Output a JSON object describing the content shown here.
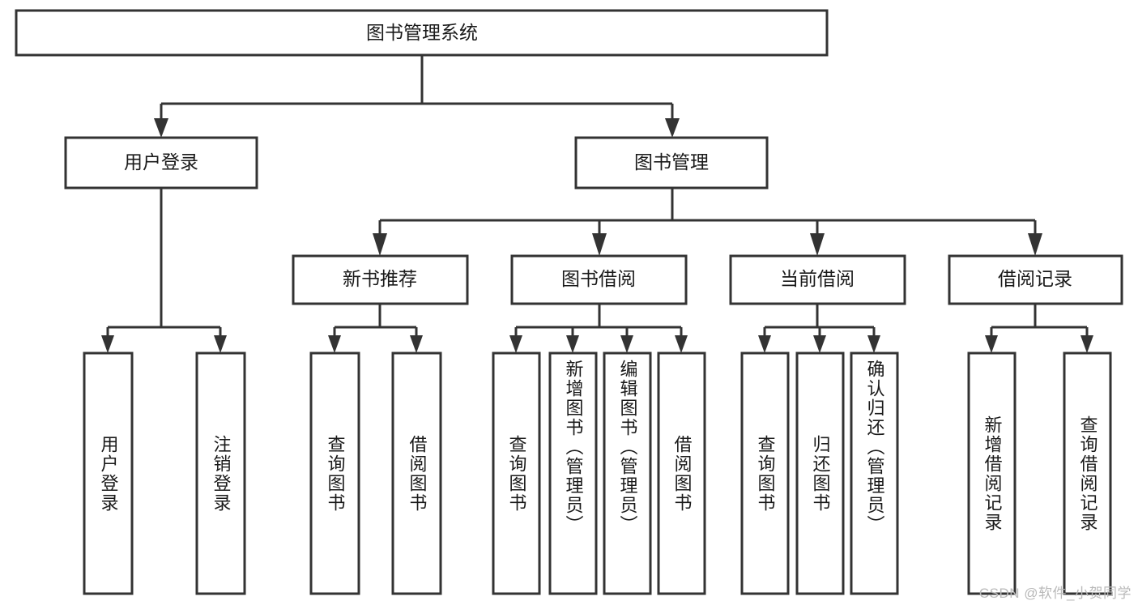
{
  "diagram": {
    "title": "图书管理系统",
    "type": "tree-hierarchy-functional-decomposition",
    "root": {
      "id": "root",
      "label": "图书管理系统",
      "orientation": "horizontal"
    },
    "level1": [
      {
        "id": "user-login",
        "label": "用户登录",
        "orientation": "horizontal"
      },
      {
        "id": "book-management",
        "label": "图书管理",
        "orientation": "horizontal"
      }
    ],
    "level2": [
      {
        "id": "new-book-recommend",
        "label": "新书推荐",
        "parent": "book-management",
        "orientation": "horizontal"
      },
      {
        "id": "book-borrow",
        "label": "图书借阅",
        "parent": "book-management",
        "orientation": "horizontal"
      },
      {
        "id": "current-borrow",
        "label": "当前借阅",
        "parent": "book-management",
        "orientation": "horizontal"
      },
      {
        "id": "borrow-record",
        "label": "借阅记录",
        "parent": "book-management",
        "orientation": "horizontal"
      }
    ],
    "leaves": [
      {
        "id": "leaf-user-login",
        "label": "用户登录",
        "parent": "user-login",
        "orientation": "vertical"
      },
      {
        "id": "leaf-logout-login",
        "label": "注销登录",
        "parent": "user-login",
        "orientation": "vertical"
      },
      {
        "id": "leaf-query-book-1",
        "label": "查询图书",
        "parent": "new-book-recommend",
        "orientation": "vertical"
      },
      {
        "id": "leaf-borrow-book-1",
        "label": "借阅图书",
        "parent": "new-book-recommend",
        "orientation": "vertical"
      },
      {
        "id": "leaf-query-book-2",
        "label": "查询图书",
        "parent": "book-borrow",
        "orientation": "vertical"
      },
      {
        "id": "leaf-add-book",
        "label": "新增图书（管理员）",
        "parent": "book-borrow",
        "orientation": "vertical"
      },
      {
        "id": "leaf-edit-book",
        "label": "编辑图书（管理员）",
        "parent": "book-borrow",
        "orientation": "vertical"
      },
      {
        "id": "leaf-borrow-book-2",
        "label": "借阅图书",
        "parent": "book-borrow",
        "orientation": "vertical"
      },
      {
        "id": "leaf-query-book-3",
        "label": "查询图书",
        "parent": "current-borrow",
        "orientation": "vertical"
      },
      {
        "id": "leaf-return-book",
        "label": "归还图书",
        "parent": "current-borrow",
        "orientation": "vertical"
      },
      {
        "id": "leaf-confirm-return",
        "label": "确认归还（管理员）",
        "parent": "current-borrow",
        "orientation": "vertical"
      },
      {
        "id": "leaf-add-record",
        "label": "新增借阅记录",
        "parent": "borrow-record",
        "orientation": "vertical"
      },
      {
        "id": "leaf-query-record",
        "label": "查询借阅记录",
        "parent": "borrow-record",
        "orientation": "vertical"
      }
    ],
    "colors": {
      "box_stroke": "#333333",
      "box_fill": "#ffffff",
      "connector": "#333333",
      "text": "#1a1a1a",
      "watermark": "#b9b9b9",
      "background": "#ffffff"
    }
  },
  "watermark": {
    "text": "CSDN @软件_小贺同学"
  }
}
